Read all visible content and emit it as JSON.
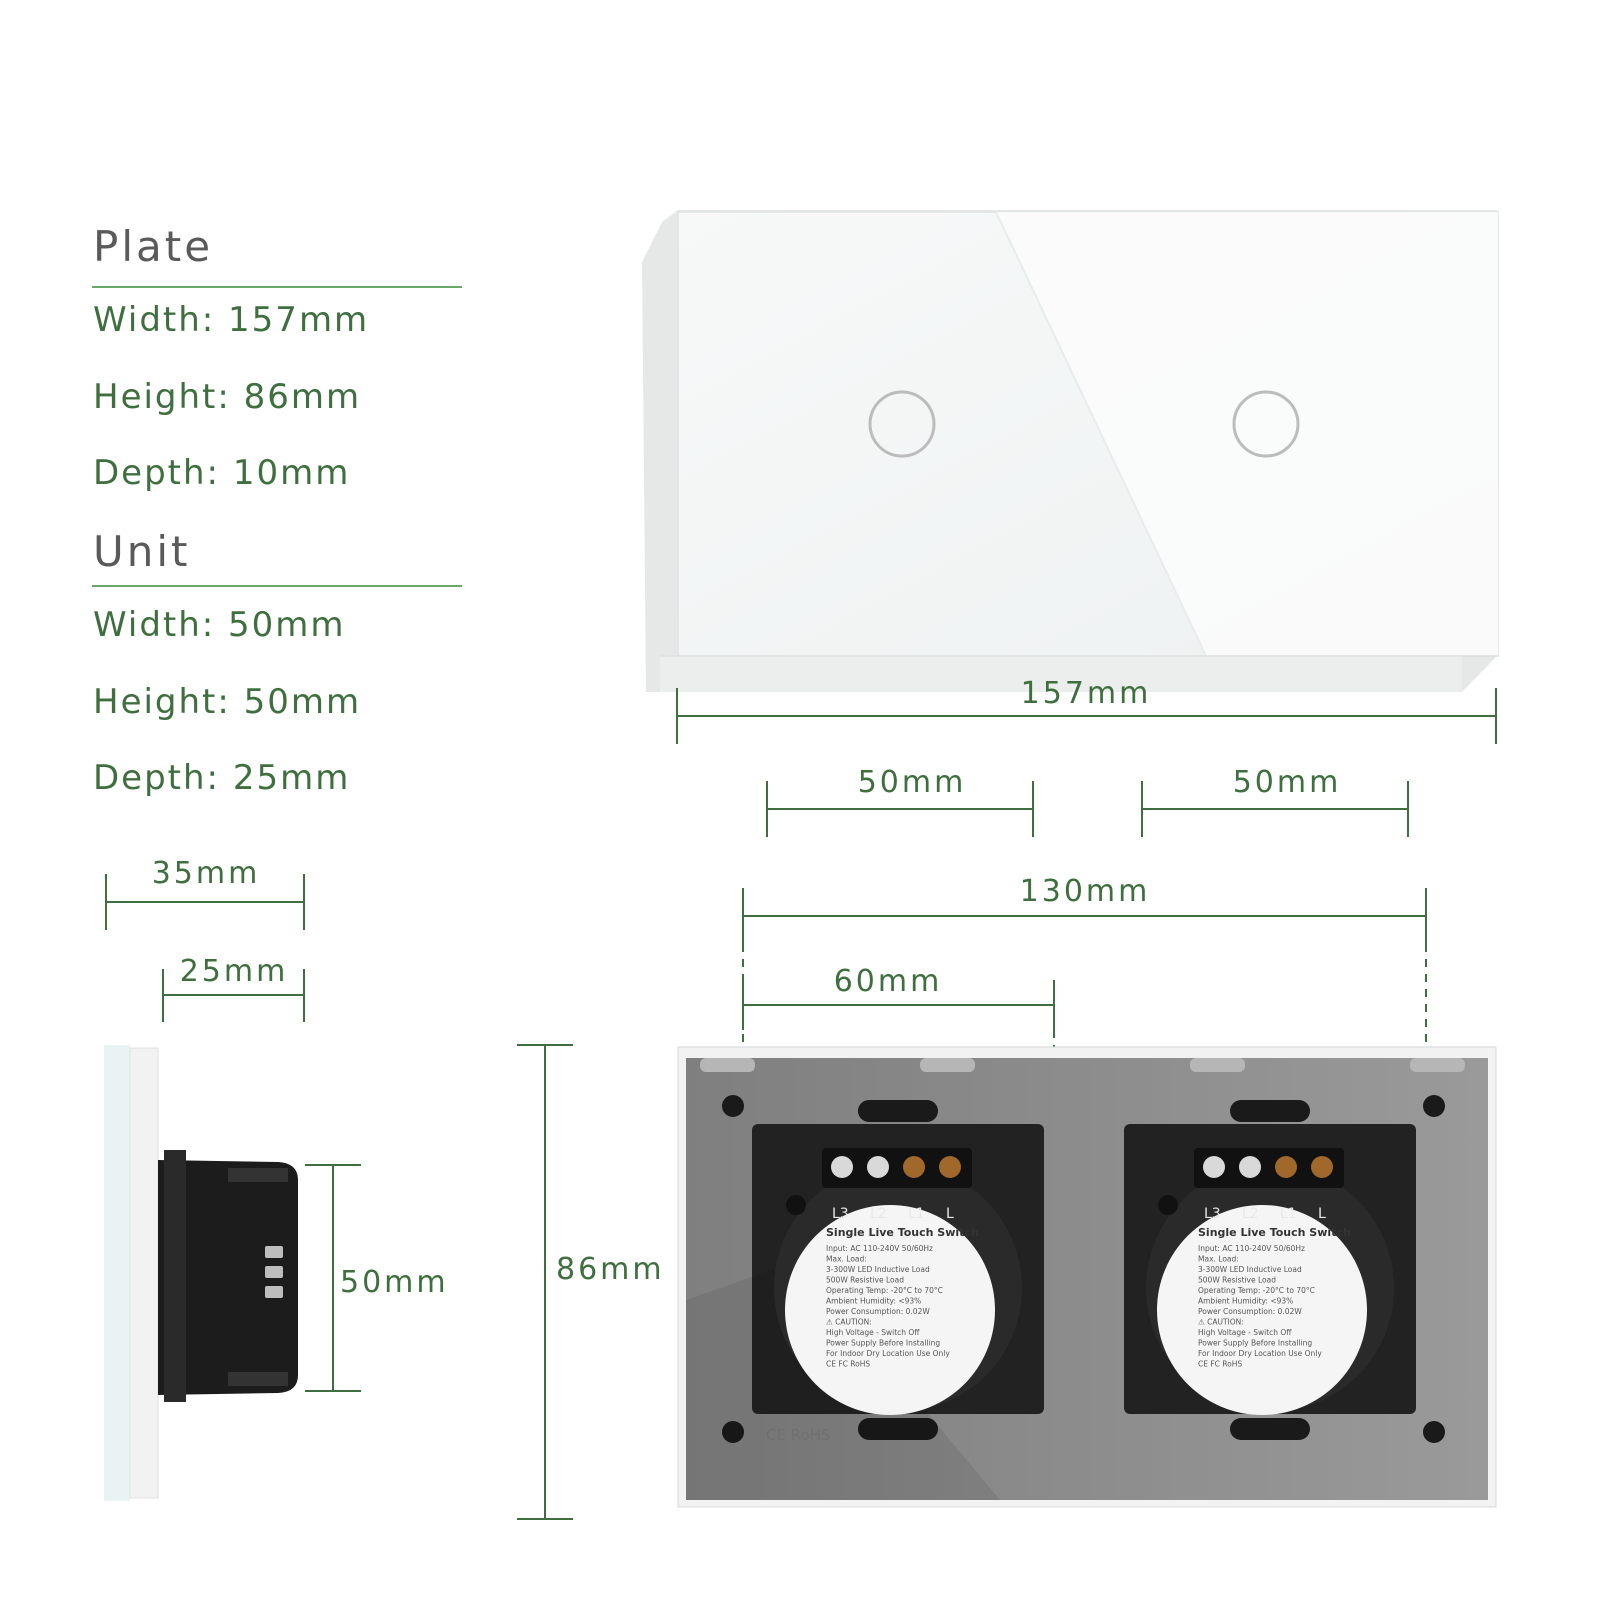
{
  "specs": {
    "plate": {
      "heading": "Plate",
      "width": "Width: 157mm",
      "height": "Height: 86mm",
      "depth": "Depth: 10mm"
    },
    "unit": {
      "heading": "Unit",
      "width": "Width: 50mm",
      "height": "Height: 50mm",
      "depth": "Depth: 25mm"
    }
  },
  "dimensions": {
    "plate_width": "157mm",
    "button_spacing_left": "50mm",
    "button_spacing_right": "50mm",
    "unit_span": "130mm",
    "unit_center": "60mm",
    "side_total_depth": "35mm",
    "side_unit_depth": "25mm",
    "side_unit_height": "50mm",
    "back_height": "86mm"
  },
  "module_label": {
    "terminals": [
      "L3",
      "L2",
      "L1",
      "L"
    ],
    "title": "Single Live Touch Switch",
    "lines": [
      "Input: AC 110-240V 50/60Hz",
      "Max. Load:",
      "3-300W LED Inductive Load",
      "500W Resistive Load",
      "Operating Temp: -20°C to 70°C",
      "Ambient Humidity: <93%",
      "Power Consumption: 0.02W",
      "⚠ CAUTION:",
      "High Voltage - Switch Off",
      "Power Supply Before Installing",
      "For Indoor Dry Location Use Only",
      "CE FC RoHS"
    ]
  },
  "back_plate_mark": "CE RoHS",
  "colors": {
    "accent_green": "#3f6f3f",
    "rule_green": "#6aa86a",
    "glass": "#f4f6f6",
    "frame_grey": "#8c8c8c",
    "module_black": "#1e1e1e"
  }
}
